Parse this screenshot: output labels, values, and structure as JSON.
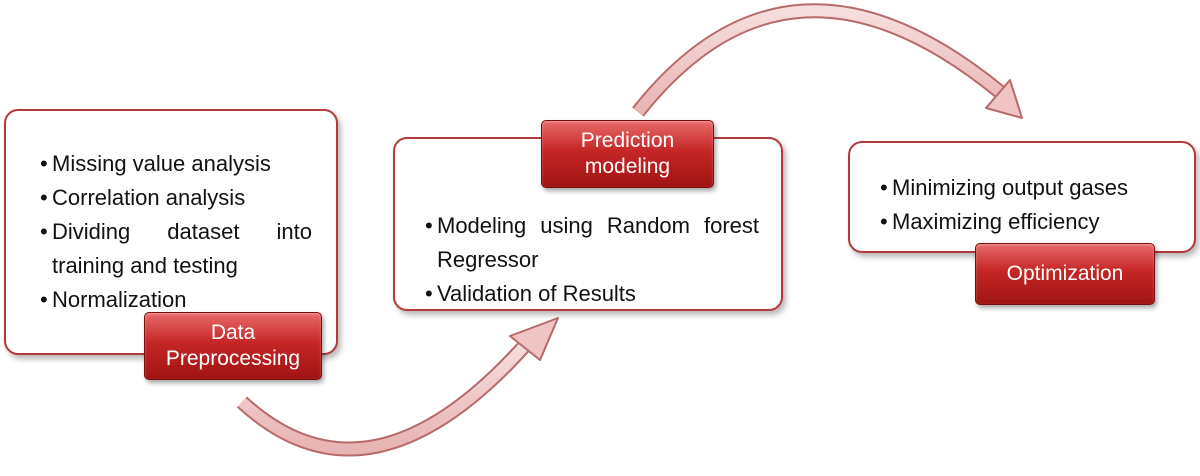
{
  "steps": [
    {
      "label": "Data Preprocessing",
      "items": [
        "Missing value analysis",
        "Correlation analysis",
        "Dividing dataset into training and testing",
        "Normalization"
      ]
    },
    {
      "label": "Prediction modeling",
      "items": [
        "Modeling using Random forest Regressor",
        "Validation of Results"
      ]
    },
    {
      "label": "Optimization",
      "items": [
        "Minimizing output gases",
        "Maximizing efficiency"
      ]
    }
  ],
  "colors": {
    "label_fill": "#c52626",
    "box_border": "#b23a3a",
    "arrow_fill": "#f2caca",
    "arrow_stroke": "#b76a6a"
  }
}
